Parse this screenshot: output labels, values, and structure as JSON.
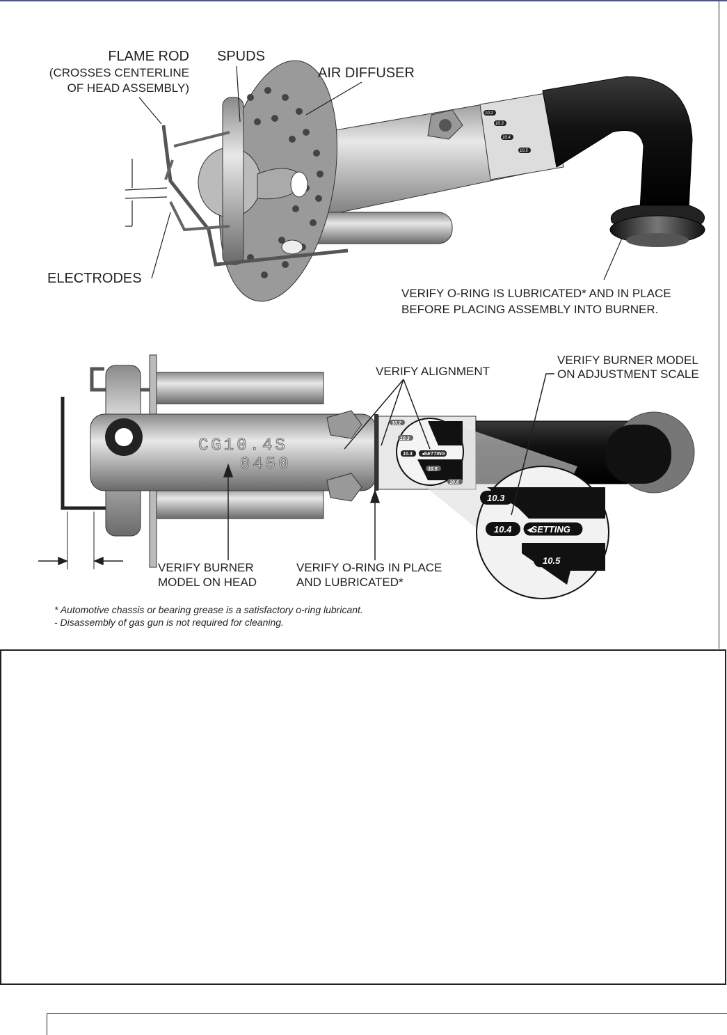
{
  "top_figure": {
    "flame_rod": "FLAME ROD",
    "flame_rod_note_1": "(CROSSES CENTERLINE",
    "flame_rod_note_2": "OF HEAD ASSEMBLY)",
    "spuds": "SPUDS",
    "air_diffuser": "AIR DIFFUSER",
    "electrodes": "ELECTRODES",
    "oring_note_1": "VERIFY O-RING IS LUBRICATED* AND IN PLACE",
    "oring_note_2": "BEFORE PLACING ASSEMBLY INTO BURNER.",
    "scale_labels": [
      "10.2",
      "10.3",
      "10.4",
      "10.5"
    ]
  },
  "bottom_figure": {
    "verify_alignment": "VERIFY ALIGNMENT",
    "verify_scale_1": "VERIFY BURNER MODEL",
    "verify_scale_2": "ON ADJUSTMENT SCALE",
    "verify_head_1": "VERIFY BURNER",
    "verify_head_2": "MODEL ON HEAD",
    "verify_oring_1": "VERIFY O-RING IN PLACE",
    "verify_oring_2": "AND LUBRICATED*",
    "head_model": "CG10.4S",
    "head_serial": "0450",
    "scale_labels": [
      "10.2",
      "10.3",
      "10.4",
      "10.5",
      "10.6"
    ],
    "setting": "SETTING",
    "magnified_labels": [
      "10.3",
      "10.4",
      "10.5"
    ]
  },
  "footnotes": {
    "lubricant": "* Automotive chassis or bearing grease is a satisfactory o-ring lubricant.",
    "disassembly": "- Disassembly of gas gun is not required for cleaning."
  }
}
